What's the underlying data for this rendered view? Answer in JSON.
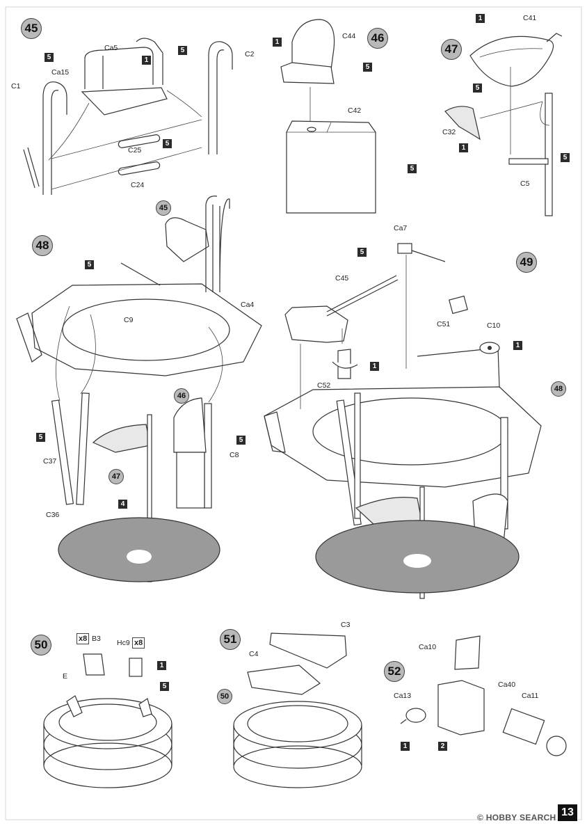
{
  "steps": {
    "s45": "45",
    "s46": "46",
    "s47": "47",
    "s48": "48",
    "s49": "49",
    "s50": "50",
    "s51": "51",
    "s52": "52",
    "ref45": "45",
    "ref46": "46",
    "ref47": "47",
    "ref48": "48",
    "ref50": "50"
  },
  "labels": {
    "ca5": "Ca5",
    "c2": "C2",
    "ca15": "Ca15",
    "c1": "C1",
    "c25": "C25",
    "c24": "C24",
    "c44": "C44",
    "c42": "C42",
    "c41": "C41",
    "c32": "C32",
    "c5": "C5",
    "ca4": "Ca4",
    "c9": "C9",
    "c37": "C37",
    "c8": "C8",
    "c36": "C36",
    "ca7": "Ca7",
    "c45": "C45",
    "c51": "C51",
    "c10": "C10",
    "c52": "C52",
    "e": "E",
    "b3": "B3",
    "hc9": "Hc9",
    "x8a": "x8",
    "x8b": "x8",
    "c3": "C3",
    "c4": "C4",
    "ca10": "Ca10",
    "ca13": "Ca13",
    "ca40": "Ca40",
    "ca11": "Ca11"
  },
  "tags": {
    "t45a": "5",
    "t45b": "1",
    "t45c": "5",
    "t45d": "5",
    "t46a": "1",
    "t46b": "5",
    "t46c": "5",
    "t47a": "1",
    "t47b": "5",
    "t47c": "1",
    "t47d": "5",
    "t48a": "5",
    "t48b": "5",
    "t48c": "5",
    "t48d": "4",
    "t49a": "5",
    "t49b": "1",
    "t49c": "1",
    "t50a": "1",
    "t50b": "5",
    "t52a": "1",
    "t52b": "2"
  },
  "page_number": "13",
  "watermark": "© HOBBY SEARCH"
}
